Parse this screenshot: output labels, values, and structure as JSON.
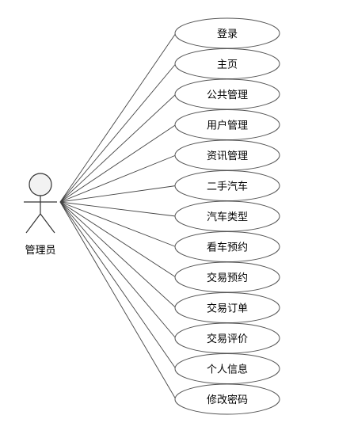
{
  "actor": {
    "name": "管理员"
  },
  "use_cases": [
    {
      "label": "登录"
    },
    {
      "label": "主页"
    },
    {
      "label": "公共管理"
    },
    {
      "label": "用户管理"
    },
    {
      "label": "资讯管理"
    },
    {
      "label": "二手汽车"
    },
    {
      "label": "汽车类型"
    },
    {
      "label": "看车预约"
    },
    {
      "label": "交易预约"
    },
    {
      "label": "交易订单"
    },
    {
      "label": "交易评价"
    },
    {
      "label": "个人信息"
    },
    {
      "label": "修改密码"
    }
  ]
}
